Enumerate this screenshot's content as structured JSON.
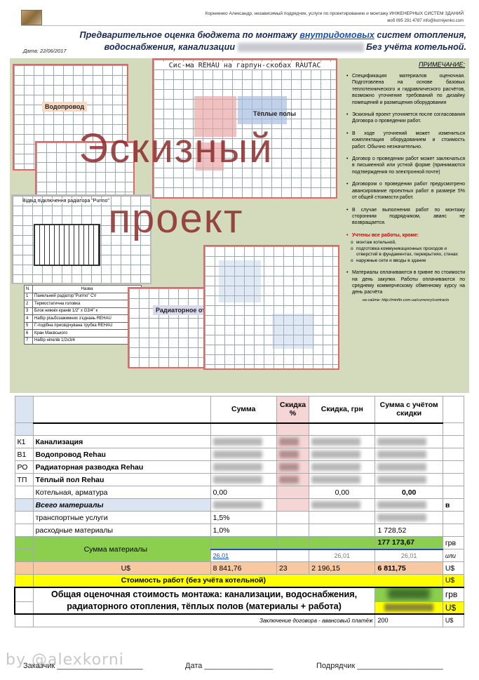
{
  "header": {
    "author_line": "Корниенко Александр, независимый подрядчик, услуги по проектированию и монтажу ИНЖЕНЕРНЫХ СИСТЕМ ЗДАНИЙ",
    "contact_line": "моб 095 291 4787 info@korniyenko.com",
    "title_part1": "Предварительное оценка бюджета по монтажу ",
    "title_link": "внутридомовых",
    "title_part2": " систем отопления,",
    "title_line2a": "водоснабжения, канализации ",
    "title_line2b": " Без учёта котельной.",
    "date": "Дата: 22/06/2017"
  },
  "sketch": {
    "watermark_line1": "Эскизный",
    "watermark_line2": "проект",
    "label_water": "Водопровод",
    "label_floor": "Тёплые полы",
    "label_radiator": "Радиаторное отопление",
    "rehau_title": "Сис-ма REHAU на гарпун-скобах RAUTAC",
    "radiator_caption": "Відвід підключення радіатора \"Purmo\"",
    "parts_header": [
      "N",
      "Назва"
    ],
    "parts": [
      [
        "1",
        "Панельний радіатор\"Purmo\" CV"
      ],
      [
        "2",
        "Термостатична головка"
      ],
      [
        "3",
        "Блок нижніх кранів 1/2\" x G3/4\" к"
      ],
      [
        "4",
        "Набір різьбозажимних з'єднань REHAU"
      ],
      [
        "5",
        "Г-подібна присвідчувана трубка REHAU"
      ],
      [
        "6",
        "Кран Маєвського"
      ],
      [
        "7",
        "Набір ніпелів 1/2x3/4"
      ]
    ]
  },
  "notes": {
    "heading": "ПРИМЕЧАНИЕ:",
    "items": [
      "Спецификация материалов оценочная. Подготовлена на основе базовых теплотехнического и гидравлического расчётов, возможно уточнение требований по дизайну помещений и размещения оборудования",
      "Эскизный проект уточняется после согласования Договора о проведении работ.",
      "В ходе уточнений может измениться комплектация оборудованием и стоимость работ. Обычно незначительно.",
      "Договор о проведении работ может заключаться в письменной или устной форме (принимаются подтверждения по электронной почте)",
      "Договором о проведении работ предусмотрено авансирование проектных работ в размере 5% от общей стоимости работ.",
      "В случае выполнения работ по монтажу сторонним подрядчиком, аванс не возвращается."
    ],
    "red_item": "Учтены все работы, кроме:",
    "subitems": [
      "монтаж котельной,",
      "подготовка коммуникационных проходов и отверстий в фундаментах, перекрытиях, стенах",
      "наружные сети и вводы в здание"
    ],
    "last_item": "Материалы оплачиваются в гривне по стоимости на день закупки. Работы оплачиваются по среднему коммерческому обменному курсу на день расчёта",
    "site": "на сайте: http://minfin.com.ua/currency/contracts"
  },
  "table": {
    "headers": [
      "Сумма",
      "Скидка %",
      "Скидка, грн",
      "Сумма с учётом скидки"
    ],
    "rows": [
      {
        "code": "К1",
        "name": "Канализация"
      },
      {
        "code": "В1",
        "name": "Водопровод Rehau"
      },
      {
        "code": "РО",
        "name": "Радиаторная разводка Rehau"
      },
      {
        "code": "ТП",
        "name": "Тёплый пол Rehau"
      }
    ],
    "boiler": {
      "name": "Котельная, арматура",
      "sum": "0,00",
      "disc": "0,00",
      "total": "0,00"
    },
    "all_materials": "Всего материалы",
    "all_materials_unit": "в",
    "transport": {
      "name": "транспортные услуги",
      "pct": "1,5%"
    },
    "consumables": {
      "name": "расходные материалы",
      "pct": "1,0%",
      "total": "1 728,52"
    },
    "materials_sum": {
      "label": "Сумма материалы",
      "total": "177 173,67",
      "unit": "грв"
    },
    "rate": {
      "v1": "26,01",
      "v2": "26,01",
      "v3": "26,01",
      "unit": "или"
    },
    "usd": {
      "label": "U$",
      "sum": "8 841,76",
      "pct": "23",
      "disc": "2 196,15",
      "total": "6 811,75",
      "unit": "U$"
    },
    "work_cost": {
      "label": "Стоимость работ  (без учёта котельной)",
      "unit": "U$"
    },
    "grand": {
      "label1": "Общая оценочная стоимость монтажа: канализации, водоснабжения,",
      "label2": "радиаторного отопления, тёплых полов (материалы + работа)",
      "unit1": "грв",
      "unit2": "U$"
    },
    "contract": {
      "label": "Заключение договора - авансовый платёж",
      "value": "200",
      "unit": "U$"
    }
  },
  "footer": {
    "brand": "by @alexkorni",
    "customer": "Заказчик ____________________",
    "date": "Дата ________________",
    "contractor": "Подрядчик ____________________"
  }
}
